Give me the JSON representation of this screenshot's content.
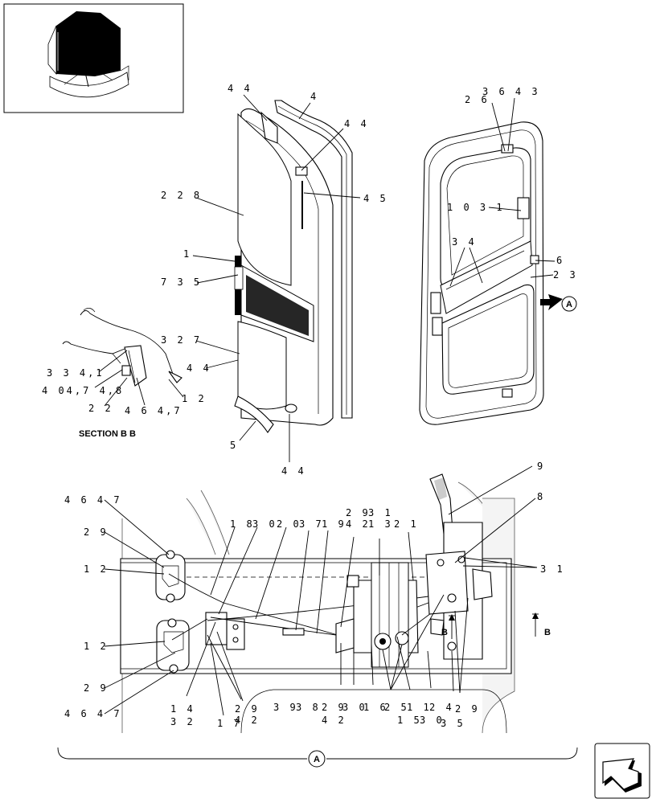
{
  "diagram": {
    "section_label": "SECTION B B",
    "view_marker": "A",
    "section_marker": "B",
    "upper_left_labels": [
      "4 4",
      "4",
      "4 4",
      "4 5",
      "2 2 8",
      "1",
      "7 3 5",
      "3 2 7",
      "4 4",
      "5",
      "4 4"
    ],
    "section_bb_labels": [
      "3 3 4,1",
      "4 04,7 4,8",
      "2 2",
      "4 6 4,7",
      "1 2"
    ],
    "upper_right_labels": [
      "2 6",
      "3 6 4 3",
      "1 0 3 1",
      "3 4",
      "6",
      "2 3"
    ],
    "lower_labels": {
      "top_row": [
        "1 8",
        "3 0",
        "2 0",
        "3 7",
        "1 9",
        "2 9",
        "4 2",
        "3 1",
        "1 3",
        "2 1",
        "9",
        "8"
      ],
      "left": [
        "4 6 4 7",
        "2 9",
        "1 2",
        "1 2",
        "2 9",
        "4 6 4 7"
      ],
      "bottom_row": [
        "1 4",
        "3 2",
        "1 7",
        "2 9",
        "4 2",
        "3 9",
        "3 8",
        "2 9",
        "4 2",
        "3 0",
        "1 6",
        "2 5",
        "1 1",
        "1 5",
        "2 4",
        "3 0",
        "3 5",
        "2 9"
      ],
      "right": [
        "3 1"
      ]
    }
  }
}
